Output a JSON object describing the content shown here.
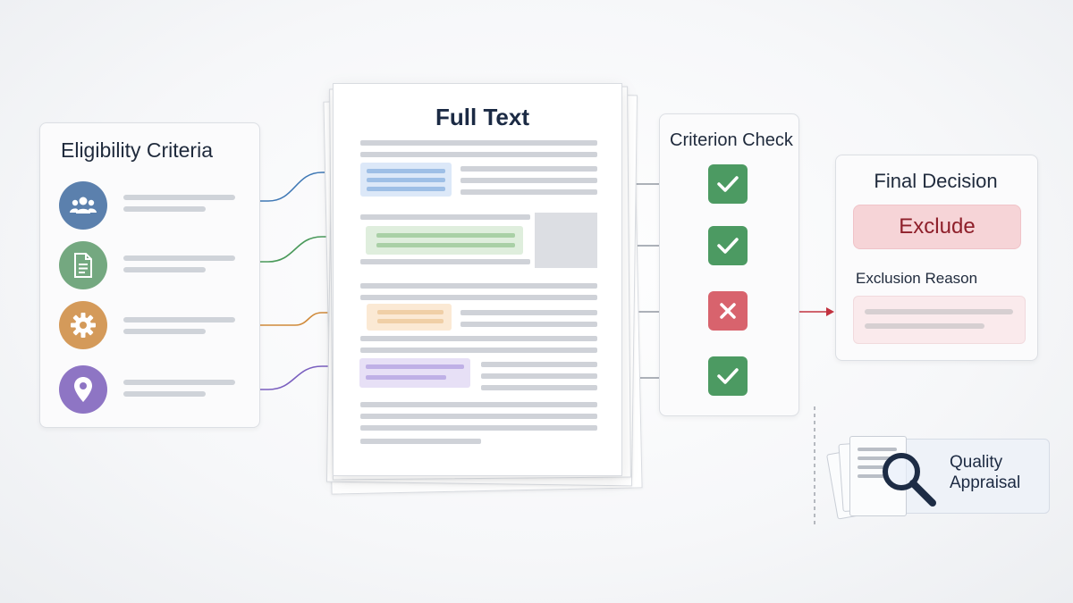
{
  "eligibility": {
    "title": "Eligibility Criteria",
    "criteria": [
      {
        "icon": "people-icon",
        "color": "#5b80ad"
      },
      {
        "icon": "document-icon",
        "color": "#74a880"
      },
      {
        "icon": "gear-icon",
        "color": "#d49a5a"
      },
      {
        "icon": "location-pin-icon",
        "color": "#8e75c4"
      }
    ]
  },
  "document": {
    "title": "Full Text"
  },
  "criterion_check": {
    "title": "Criterion Check",
    "results": [
      "pass",
      "pass",
      "fail",
      "pass"
    ],
    "colors": {
      "pass": "#4c9a62",
      "fail": "#d8636d"
    }
  },
  "decision": {
    "title": "Final Decision",
    "result": "Exclude",
    "reason_label": "Exclusion Reason",
    "accent": "#c2323f"
  },
  "quality": {
    "label_line1": "Quality",
    "label_line2": "Appraisal"
  }
}
